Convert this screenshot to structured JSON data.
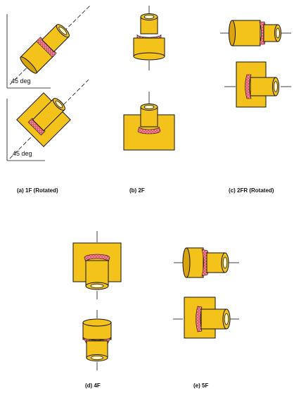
{
  "colors": {
    "part": "#F3C21B",
    "part_shade": "#D9A30C",
    "bore": "#FFF7C8",
    "weld": "#E0566A",
    "weld_dots": "#FCE3E7",
    "stroke": "#111111"
  },
  "angle_label": "45 deg",
  "panels": [
    {
      "id": "a",
      "caption": "(a) 1F (Rotated)"
    },
    {
      "id": "b",
      "caption": "(b) 2F"
    },
    {
      "id": "c",
      "caption": "(c) 2FR (Rotated)"
    },
    {
      "id": "d",
      "caption": "(d) 4F"
    },
    {
      "id": "e",
      "caption": "(e) 5F"
    }
  ]
}
